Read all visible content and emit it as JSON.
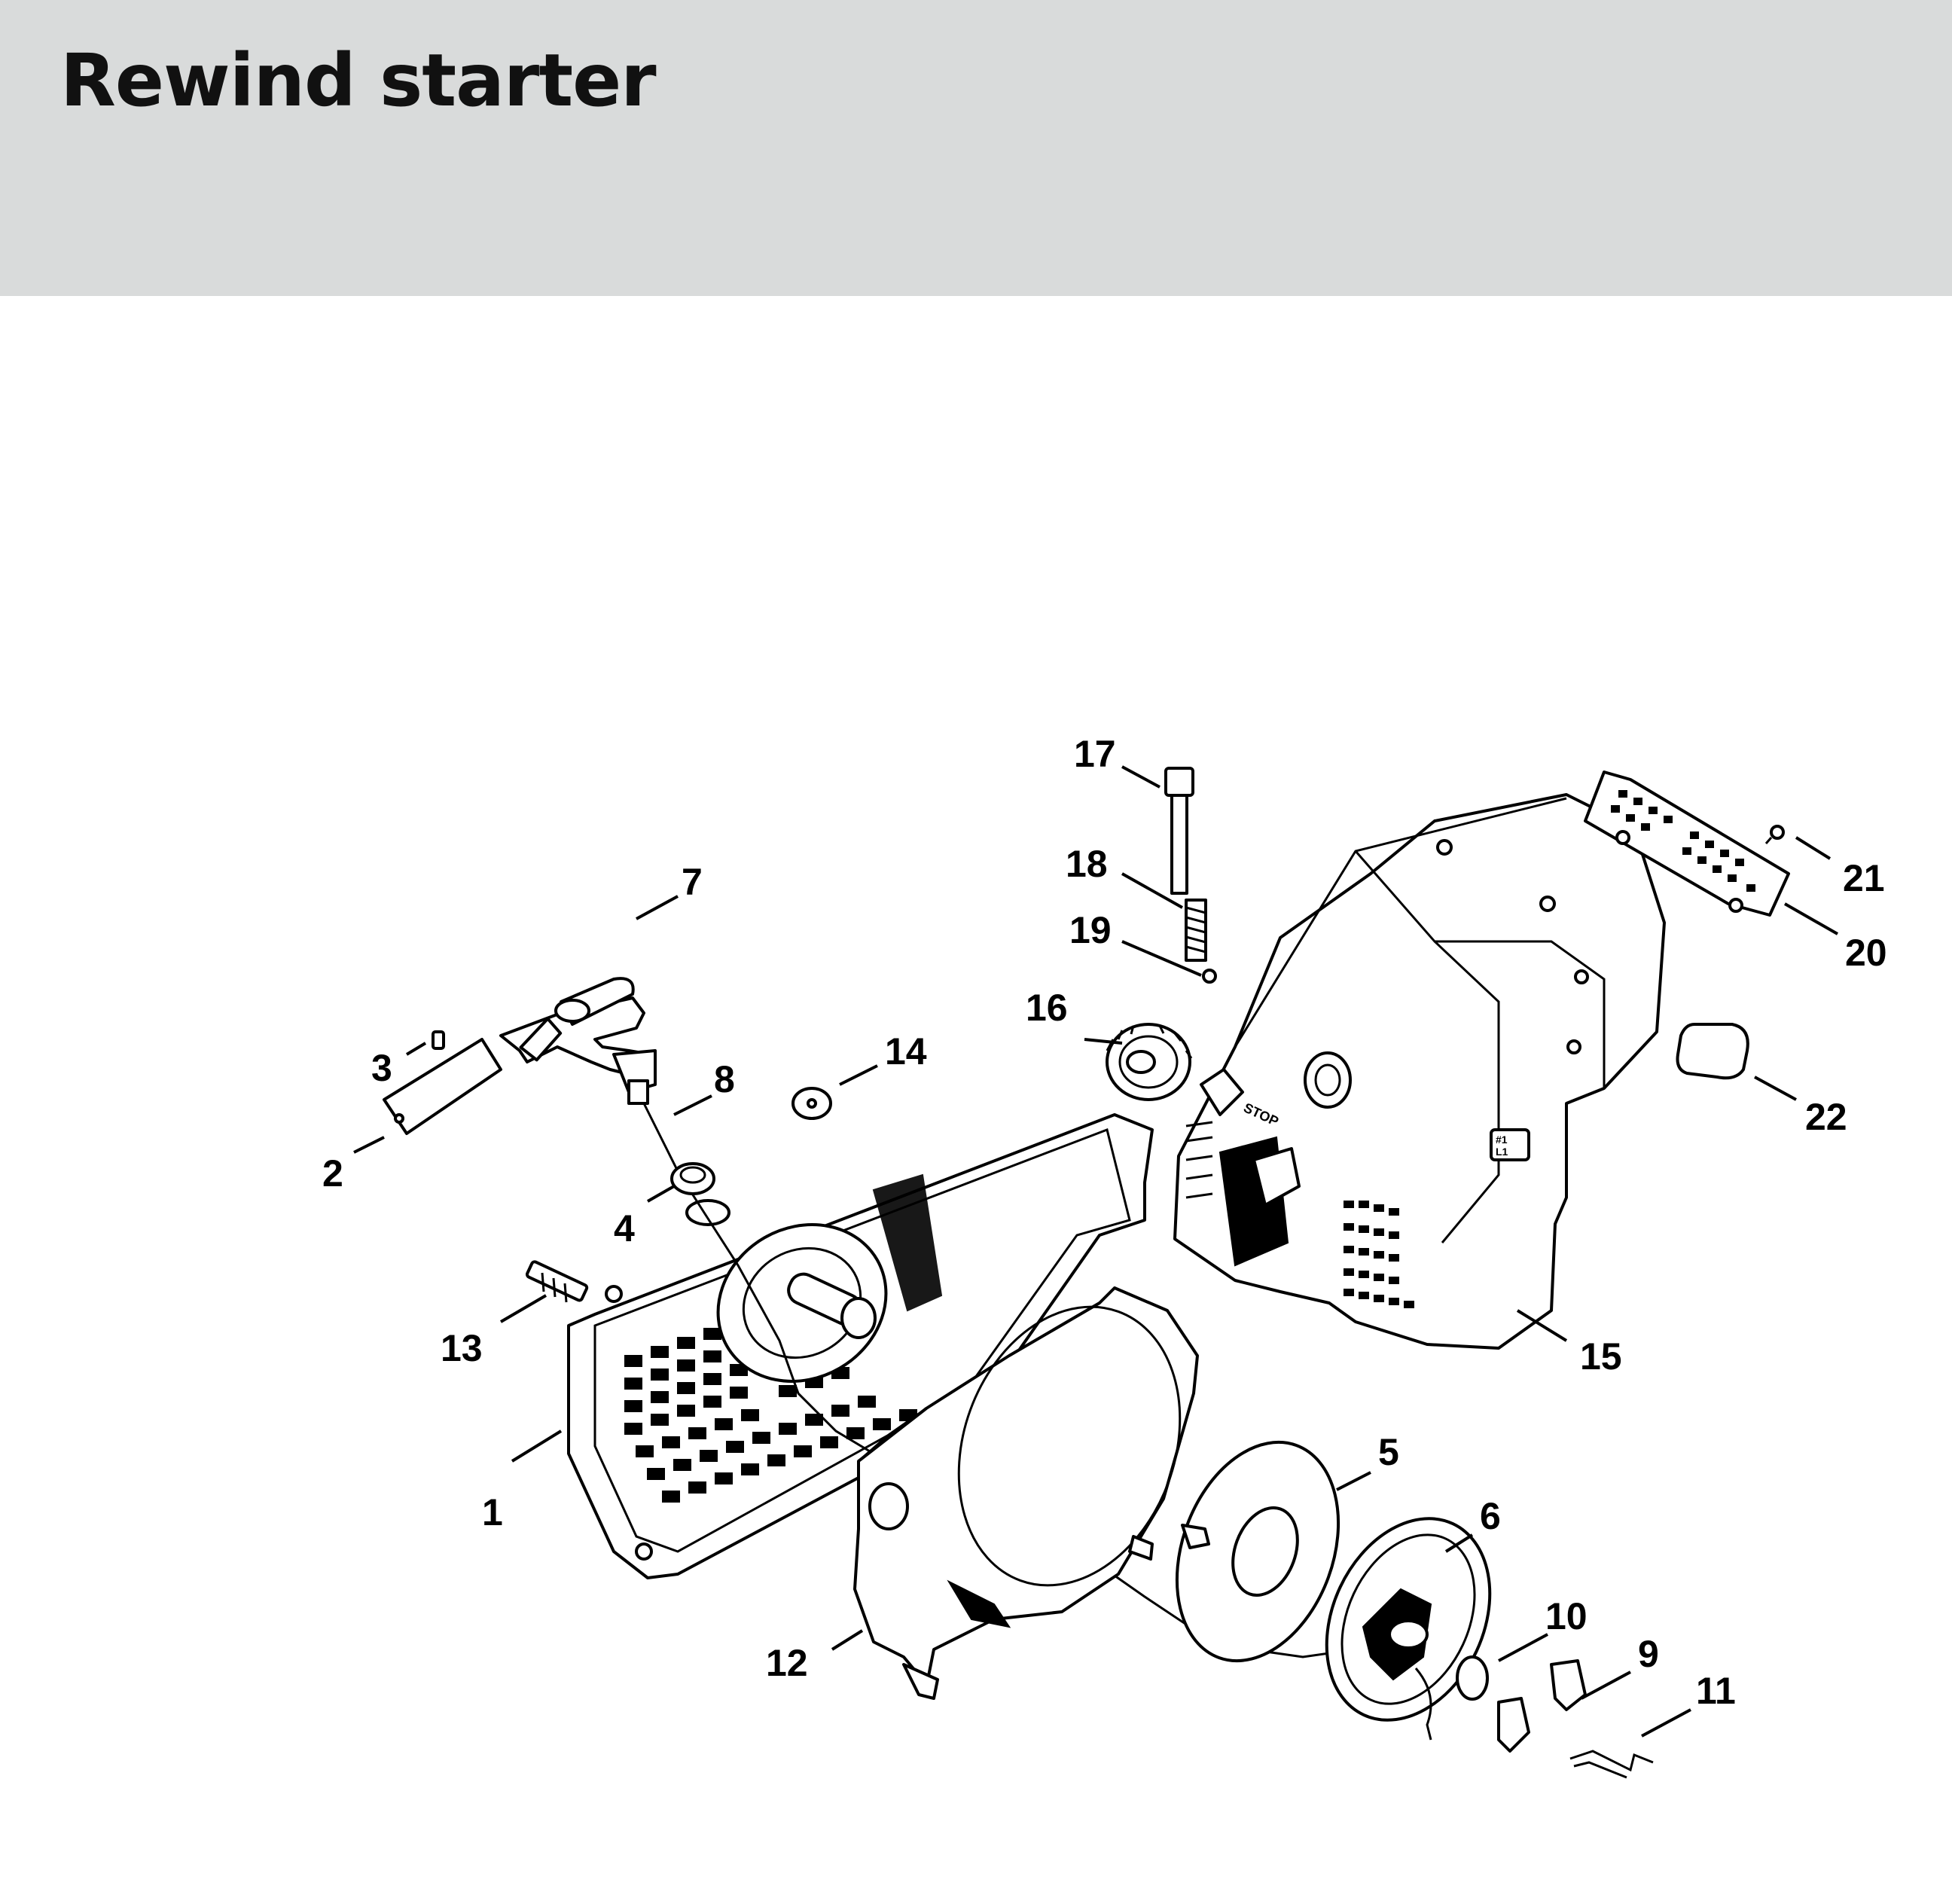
{
  "header": {
    "title": "Rewind starter",
    "background": "#d9dbdb"
  },
  "parts": [
    {
      "id": "part-1",
      "label": "1"
    },
    {
      "id": "part-2",
      "label": "2"
    },
    {
      "id": "part-3",
      "label": "3"
    },
    {
      "id": "part-4",
      "label": "4"
    },
    {
      "id": "part-5",
      "label": "5"
    },
    {
      "id": "part-6",
      "label": "6"
    },
    {
      "id": "part-7",
      "label": "7"
    },
    {
      "id": "part-8",
      "label": "8"
    },
    {
      "id": "part-9",
      "label": "9"
    },
    {
      "id": "part-10",
      "label": "10"
    },
    {
      "id": "part-11",
      "label": "11"
    },
    {
      "id": "part-12",
      "label": "12"
    },
    {
      "id": "part-13",
      "label": "13"
    },
    {
      "id": "part-14",
      "label": "14"
    },
    {
      "id": "part-15",
      "label": "15"
    },
    {
      "id": "part-16",
      "label": "16"
    },
    {
      "id": "part-17",
      "label": "17"
    },
    {
      "id": "part-18",
      "label": "18"
    },
    {
      "id": "part-19",
      "label": "19"
    },
    {
      "id": "part-20",
      "label": "20"
    },
    {
      "id": "part-21",
      "label": "21"
    },
    {
      "id": "part-22",
      "label": "22"
    }
  ],
  "markings": {
    "stop": "STOP",
    "switch_top": "#1",
    "switch_bottom": "L1"
  }
}
